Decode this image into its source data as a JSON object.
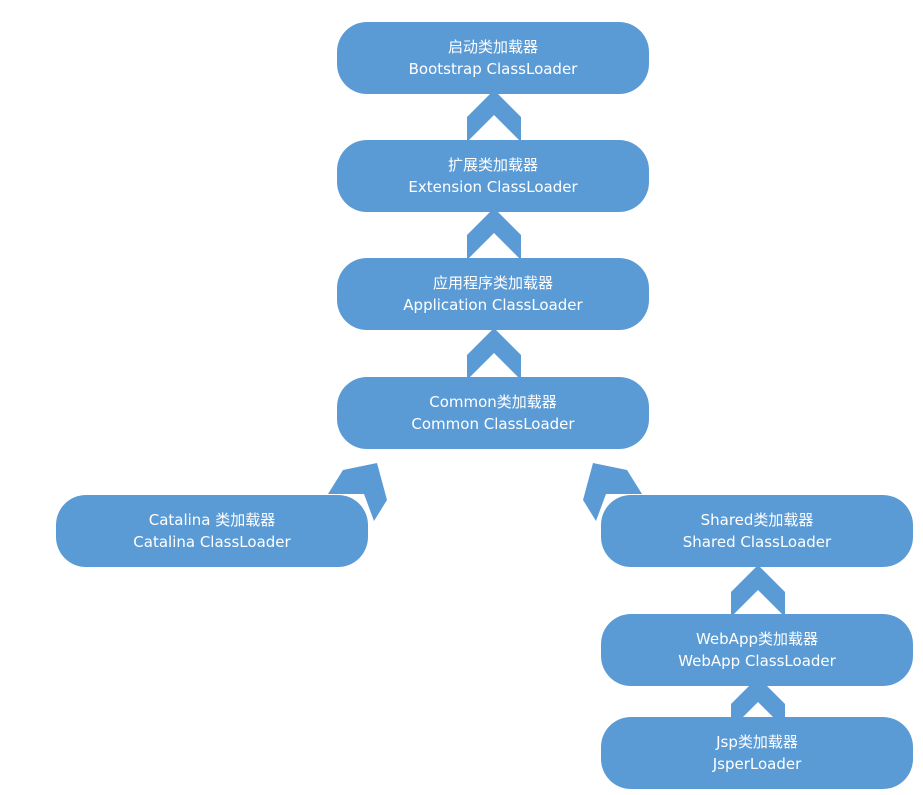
{
  "nodes": {
    "bootstrap": {
      "name": "启动类加载器",
      "class": "Bootstrap ClassLoader"
    },
    "extension": {
      "name": "扩展类加载器",
      "class": "Extension ClassLoader"
    },
    "application": {
      "name": "应用程序类加载器",
      "class": "Application ClassLoader"
    },
    "common": {
      "name": "Common类加载器",
      "class": "Common ClassLoader"
    },
    "catalina": {
      "name": "Catalina 类加载器",
      "class": "Catalina ClassLoader"
    },
    "shared": {
      "name": "Shared类加载器",
      "class": "Shared ClassLoader"
    },
    "webapp": {
      "name": "WebApp类加载器",
      "class": "WebApp ClassLoader"
    },
    "jsp": {
      "name": "Jsp类加载器",
      "class": "JsperLoader"
    }
  },
  "colors": {
    "node_fill": "#5b9bd5",
    "node_text": "#ffffff",
    "arrow_fill": "#5b9bd5"
  },
  "edges": [
    {
      "from": "extension",
      "to": "bootstrap"
    },
    {
      "from": "application",
      "to": "extension"
    },
    {
      "from": "common",
      "to": "application"
    },
    {
      "from": "catalina",
      "to": "common"
    },
    {
      "from": "shared",
      "to": "common"
    },
    {
      "from": "webapp",
      "to": "shared"
    },
    {
      "from": "jsp",
      "to": "webapp"
    }
  ]
}
